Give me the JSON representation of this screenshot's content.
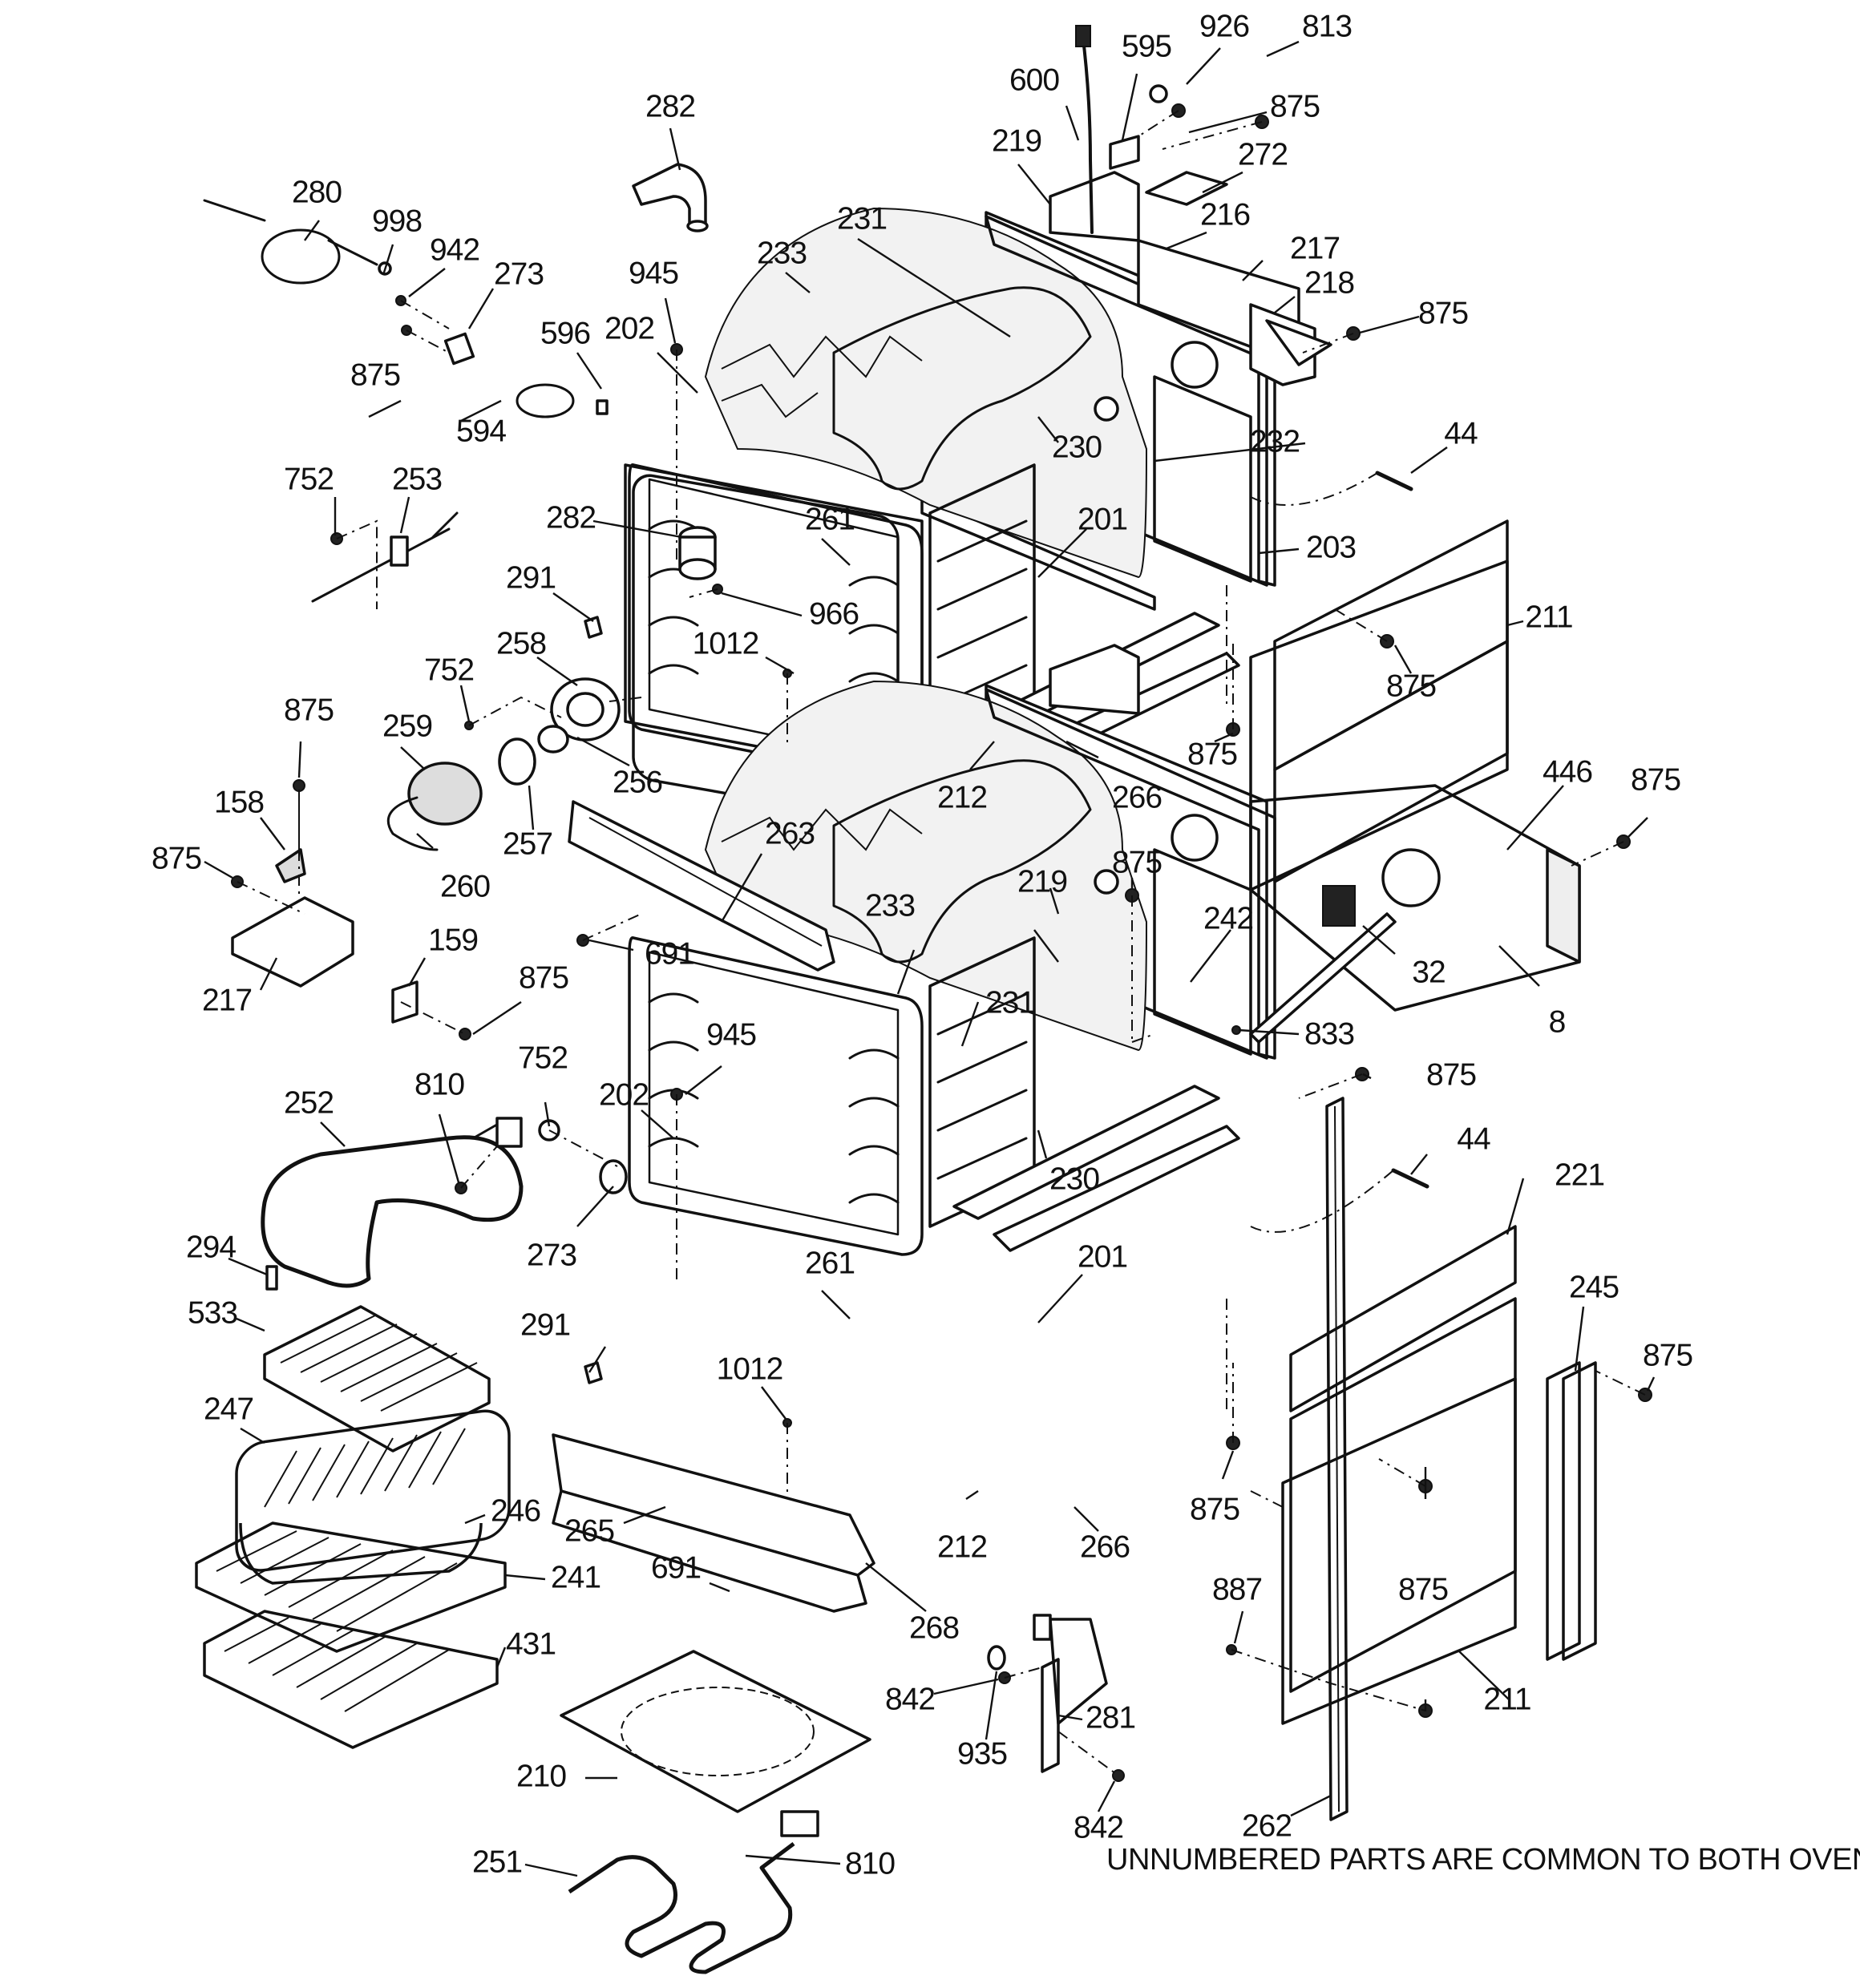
{
  "diagram": {
    "note": "UNNUMBERED PARTS ARE COMMON TO BOTH OVENS",
    "labels": [
      "282",
      "280",
      "998",
      "942",
      "273",
      "875",
      "596",
      "594",
      "945",
      "202",
      "233",
      "231",
      "600",
      "219",
      "595",
      "926",
      "813",
      "875",
      "272",
      "216",
      "217",
      "218",
      "875",
      "230",
      "232",
      "44",
      "752",
      "253",
      "282",
      "261",
      "201",
      "203",
      "291",
      "966",
      "1012",
      "211",
      "875",
      "752",
      "258",
      "259",
      "256",
      "257",
      "260",
      "875",
      "158",
      "875",
      "263",
      "217",
      "159",
      "875",
      "691",
      "212",
      "266",
      "875",
      "446",
      "875",
      "219",
      "875",
      "242",
      "32",
      "8",
      "833",
      "233",
      "231",
      "945",
      "202",
      "752",
      "810",
      "252",
      "273",
      "294",
      "230",
      "261",
      "201",
      "875",
      "44",
      "221",
      "291",
      "1012",
      "533",
      "247",
      "246",
      "241",
      "265",
      "691",
      "268",
      "212",
      "266",
      "875",
      "245",
      "875",
      "887",
      "875",
      "211",
      "431",
      "842",
      "935",
      "281",
      "842",
      "210",
      "251",
      "810",
      "262"
    ]
  }
}
